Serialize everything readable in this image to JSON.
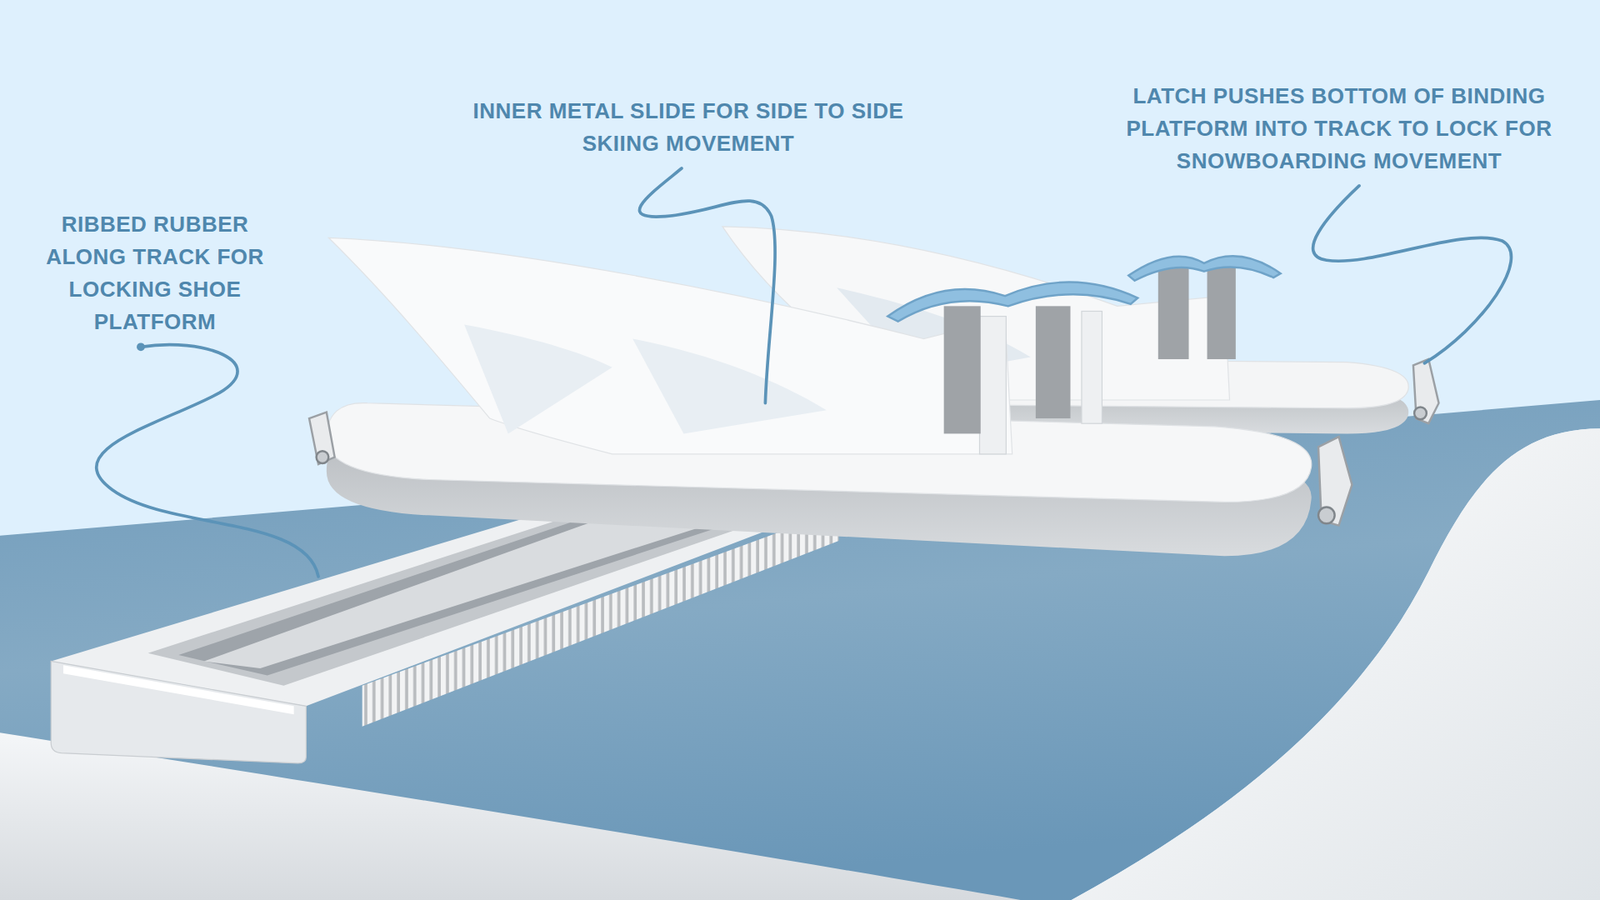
{
  "diagram": {
    "labels": [
      "RIBBED RUBBER ALONG TRACK FOR LOCKING SHOE PLATFORM",
      "INNER METAL SLIDE FOR SIDE TO SIDE SKIING MOVEMENT",
      "LATCH PUSHES BOTTOM OF BINDING PLATFORM INTO TRACK TO LOCK FOR SNOWBOARDING MOVEMENT"
    ]
  }
}
